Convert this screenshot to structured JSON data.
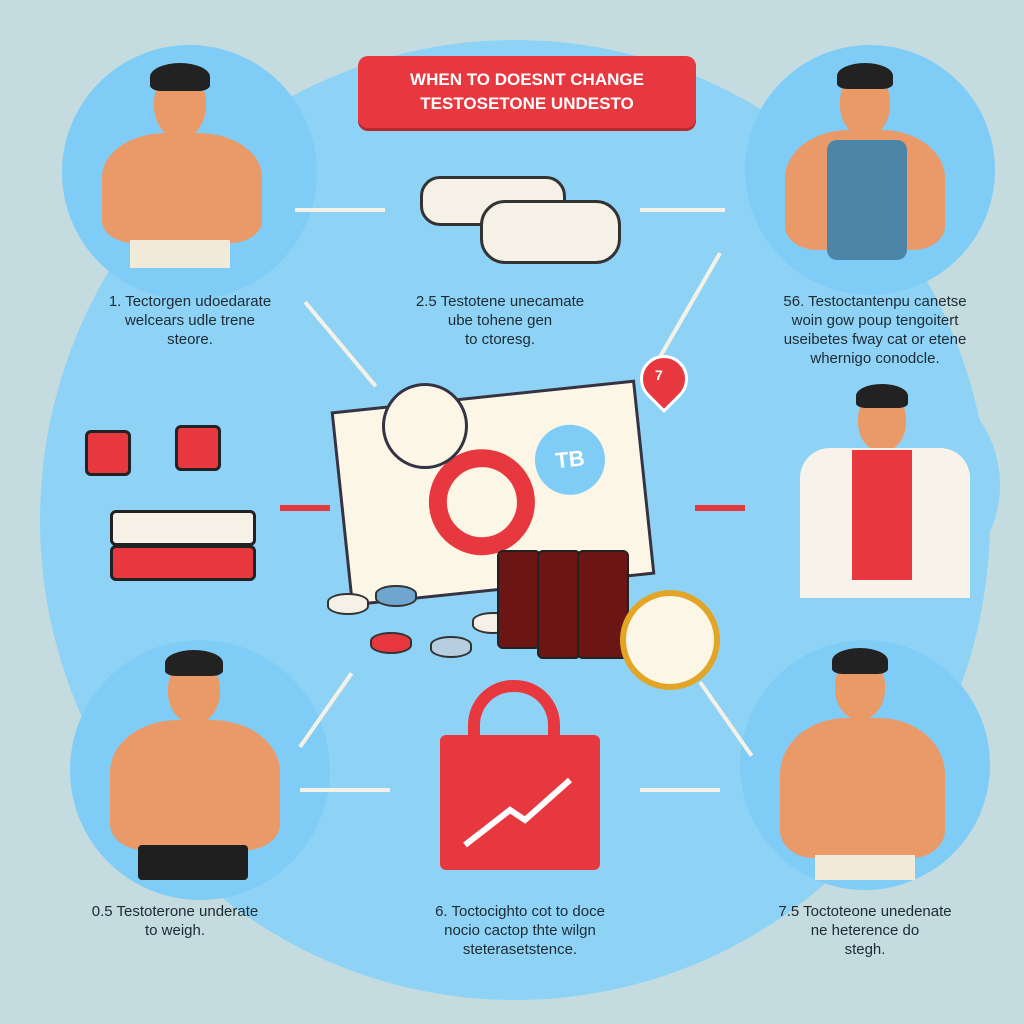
{
  "title": {
    "line1": "WHEN TO DOESNT CHANGE",
    "line2": "TESTOSETONE UNDESTO"
  },
  "steps": [
    {
      "lines": [
        "1. Tectorgen udoedarate",
        "welcears udle trene",
        "steore."
      ]
    },
    {
      "lines": [
        "2.5 Testotene unecamate",
        "ube tohene gen",
        "to ctoresg."
      ]
    },
    {
      "lines": [
        "56. Testoctantenpu canetse",
        "woin gow poup tengoitert",
        "useibetes fway cat or etene",
        "whernigo conodcle."
      ]
    },
    {
      "lines": [
        "0.5 Testoterone underate",
        "to weigh."
      ]
    },
    {
      "lines": [
        "6. Toctocighto cot to doce",
        "nocio cactop thte wilgn",
        "steterasetstence."
      ]
    },
    {
      "lines": [
        "7.5 Toctoteone unedenate",
        "ne heterence do",
        "stegh."
      ]
    }
  ],
  "center": {
    "badge": "TB",
    "heart_number": "7"
  },
  "colors": {
    "accent": "#e8383f",
    "blue": "#8ed3f6",
    "background": "#c4dcdf"
  }
}
